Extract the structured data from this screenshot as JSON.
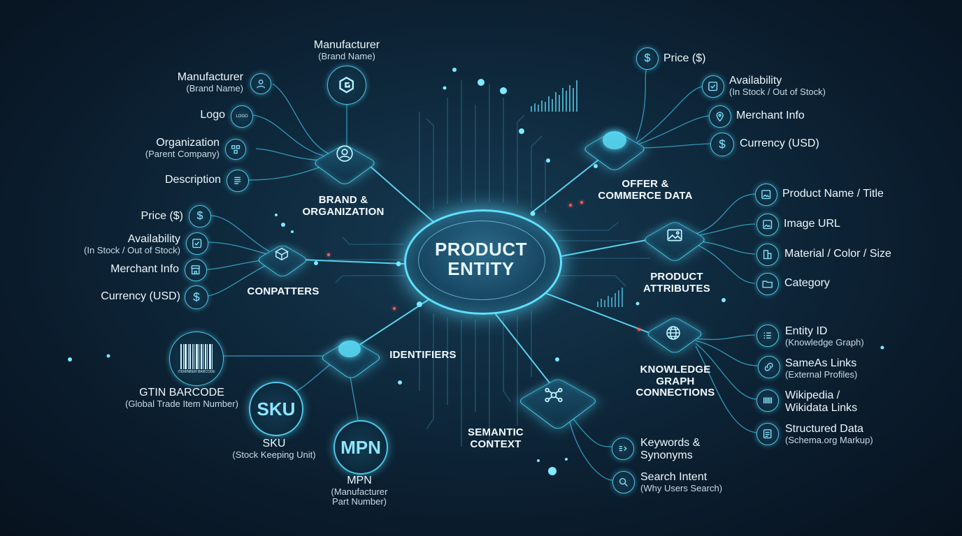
{
  "center": {
    "line1": "PRODUCT",
    "line2": "ENTITY"
  },
  "hubs": {
    "brand": {
      "line1": "BRAND &",
      "line2": "ORGANIZATION"
    },
    "offer": {
      "line1": "OFFER &",
      "line2": "COMMERCE DATA"
    },
    "attributes": {
      "line1": "PRODUCT",
      "line2": "ATTRIBUTES"
    },
    "knowledge": {
      "line1": "KNOWLEDGE",
      "line2": "GRAPH",
      "line3": "CONNECTIONS"
    },
    "semantic": {
      "line1": "SEMANTIC",
      "line2": "CONTEXT"
    },
    "identifiers": {
      "line1": "IDENTIFIERS"
    },
    "compatters": {
      "line1": "CONPATTERS"
    }
  },
  "brand_items": [
    {
      "title": "Manufacturer",
      "sub": "(Brand Name)",
      "icon": "user-icon"
    },
    {
      "title": "Logo",
      "sub": "",
      "icon": "logo-icon",
      "badge": "LOGO"
    },
    {
      "title": "Organization",
      "sub": "(Parent Company)",
      "icon": "org-icon"
    },
    {
      "title": "Description",
      "sub": "",
      "icon": "document-icon"
    }
  ],
  "brand_top": {
    "title": "Manufacturer",
    "sub": "(Brand Name)",
    "icon": "brand-g-icon"
  },
  "offer_items": [
    {
      "title": "Price ($)",
      "sub": "",
      "icon": "dollar-icon"
    },
    {
      "title": "Availability",
      "sub": "(In Stock / Out of Stock)",
      "icon": "check-icon"
    },
    {
      "title": "Merchant Info",
      "sub": "",
      "icon": "location-icon"
    },
    {
      "title": "Currency (USD)",
      "sub": "",
      "icon": "dollar-icon"
    }
  ],
  "compatters_items": [
    {
      "title": "Price ($)",
      "sub": "",
      "icon": "dollar-icon"
    },
    {
      "title": "Availability",
      "sub": "(In Stock / Out of Stock)",
      "icon": "check-icon"
    },
    {
      "title": "Merchant Info",
      "sub": "",
      "icon": "store-icon"
    },
    {
      "title": "Currency (USD)",
      "sub": "",
      "icon": "dollar-icon"
    }
  ],
  "attribute_items": [
    {
      "title": "Product Name / Title",
      "sub": "",
      "icon": "image-icon"
    },
    {
      "title": "Image URL",
      "sub": "",
      "icon": "image-icon"
    },
    {
      "title": "Material / Color / Size",
      "sub": "",
      "icon": "palette-icon"
    },
    {
      "title": "Category",
      "sub": "",
      "icon": "folder-icon"
    }
  ],
  "knowledge_items": [
    {
      "title": "Entity ID",
      "sub": "(Knowledge Graph)",
      "icon": "list-icon"
    },
    {
      "title": "SameAs Links",
      "sub": "(External Profiles)",
      "icon": "link-icon"
    },
    {
      "title": "Wikipedia /",
      "sub2": "Wikidata Links",
      "icon": "barcode-icon"
    },
    {
      "title": "Structured Data",
      "sub": "(Schema.org Markup)",
      "icon": "code-icon"
    }
  ],
  "semantic_items": [
    {
      "title": "Keywords &",
      "sub2": "Synonyms",
      "icon": "tag-icon"
    },
    {
      "title": "Search Intent",
      "sub": "(Why Users Search)",
      "icon": "search-icon"
    }
  ],
  "identifier_items": {
    "gtin": {
      "title": "GTIN BARCODE",
      "sub": "(Global Trade Item Number)",
      "barcode_text": "ITEMINBER  BARCODE"
    },
    "sku": {
      "badge": "SKU",
      "title": "SKU",
      "sub": "(Stock Keeping Unit)"
    },
    "mpn": {
      "badge": "MPN",
      "title": "MPN",
      "sub": "(Manufacturer",
      "sub2": "Part Number)"
    }
  },
  "colors": {
    "accent": "#5fe3ff",
    "wire": "#3fbfe0",
    "bg": "#0a1b2b"
  }
}
